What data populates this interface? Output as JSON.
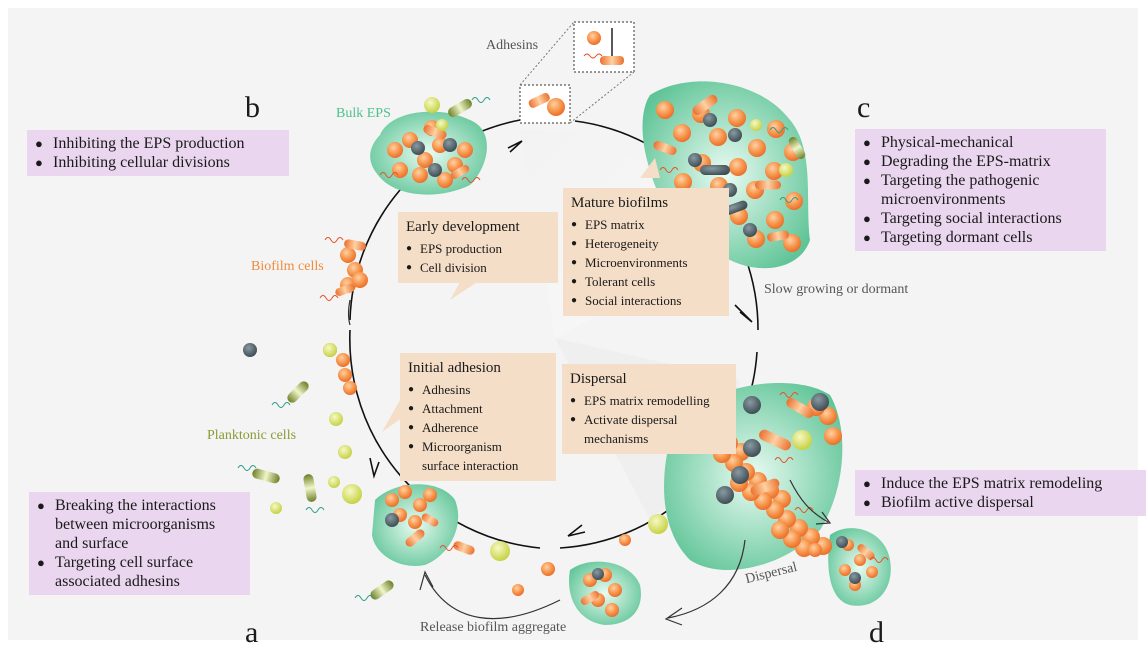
{
  "panel_letters": {
    "a": "a",
    "b": "b",
    "c": "c",
    "d": "d"
  },
  "labels": {
    "adhesins": "Adhesins",
    "bulk_eps": "Bulk EPS",
    "biofilm_cells": "Biofilm cells",
    "planktonic_cells": "Planktonic cells",
    "slow_growing": "Slow growing or dormant",
    "dispersal": "Dispersal",
    "release": "Release biofilm aggregate"
  },
  "stages": {
    "early": {
      "title": "Early development",
      "items": [
        "EPS production",
        "Cell division"
      ]
    },
    "mature": {
      "title": "Mature biofilms",
      "items": [
        "EPS matrix",
        "Heterogeneity",
        "Microenvironments",
        "Tolerant cells",
        "Social interactions"
      ]
    },
    "initial": {
      "title": "Initial adhesion",
      "items": [
        "Adhesins",
        "Attachment",
        "Adherence",
        "Microorganism",
        "surface interaction"
      ]
    },
    "dispersal": {
      "title": "Dispersal",
      "items": [
        "EPS matrix remodelling",
        "Activate dispersal",
        "mechanisms"
      ]
    }
  },
  "strategies": {
    "a": [
      "Breaking the interactions",
      "between microorganisms",
      "and surface",
      "Targeting cell surface",
      "associated adhesins"
    ],
    "b": [
      "Inhibiting the EPS production",
      "Inhibiting cellular divisions"
    ],
    "c": [
      "Physical-mechanical",
      "Degrading the EPS-matrix",
      "Targeting the pathogenic",
      "microenvironments",
      "Targeting social interactions",
      "Targeting dormant cells"
    ],
    "d": [
      "Induce the EPS matrix remodeling",
      "Biofilm active dispersal"
    ]
  },
  "colors": {
    "eps_green": "#5fc497",
    "cell_orange": "#f7944b",
    "dormant_gray": "#4f5f66",
    "planktonic_yellow": "#c9d44a",
    "purple_box": "#ead6ef",
    "beige_box": "#f5dec7"
  }
}
